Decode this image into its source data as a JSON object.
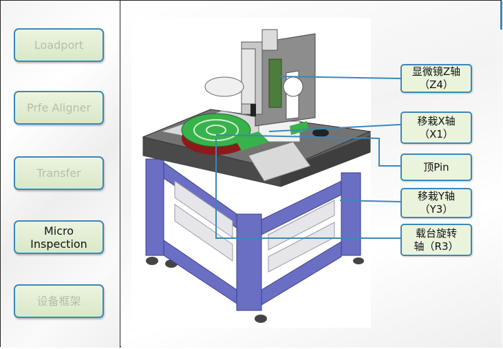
{
  "nav": {
    "items": [
      {
        "label": "Loadport",
        "active": false
      },
      {
        "label": "Prfe Aligner",
        "active": false
      },
      {
        "label": "Transfer",
        "active": false
      },
      {
        "label": "Micro\nInspection",
        "active": true
      },
      {
        "label": "设备框架",
        "active": false
      }
    ]
  },
  "callouts": [
    {
      "label": "显微镜Z轴\n（Z4）"
    },
    {
      "label": "移栽X轴\n（X1）"
    },
    {
      "label": "顶Pin"
    },
    {
      "label": "移栽Y轴\n（Y3）"
    },
    {
      "label": "载台旋转\n轴（R3）"
    }
  ],
  "colors": {
    "accent": "#3a87b8",
    "button_fill": "#e3eed4",
    "frame_purple": "#6b6fc4",
    "wafer_green": "#38b24a",
    "table_gray": "#5f5f5f"
  }
}
